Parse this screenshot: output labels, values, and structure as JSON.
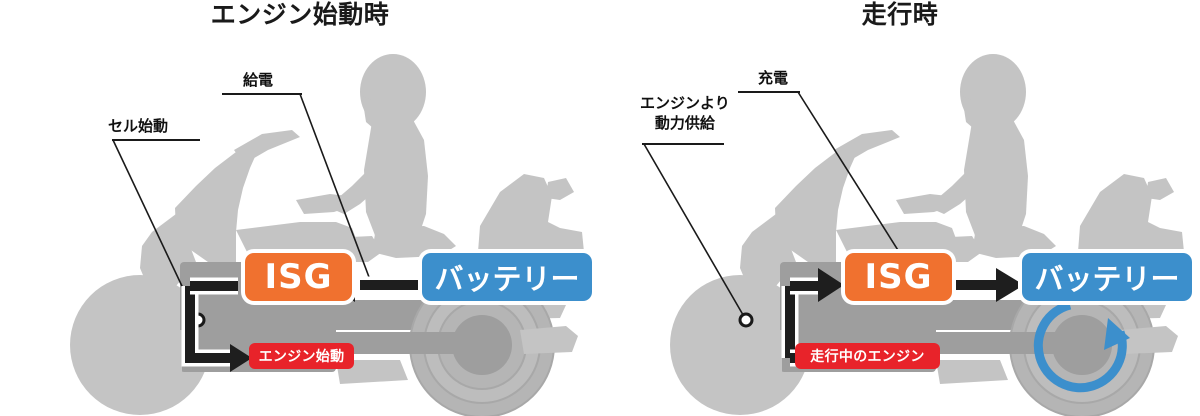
{
  "colors": {
    "orange": "#F0712F",
    "blue": "#3C8FCC",
    "red": "#E8232A",
    "black": "#1E1E1E",
    "silhouette": "#C4C4C4",
    "engine_block": "#9E9E9E",
    "wheel_ring": "#B5B5B5",
    "background": "#FFFFFF",
    "rotation_arrow": "#3C8FCC"
  },
  "panels": [
    {
      "id": "engine-start",
      "title": "エンジン始動時",
      "callouts": [
        {
          "id": "cell-start",
          "text": "セル始動"
        },
        {
          "id": "power-supply",
          "text": "給電"
        }
      ],
      "isg_label": "ISG",
      "battery_label": "バッテリー",
      "engine_badge": "エンジン始動",
      "flow_direction": "battery-to-isg",
      "wheel_rotation": false
    },
    {
      "id": "driving",
      "title": "走行時",
      "callouts": [
        {
          "id": "engine-power",
          "line1": "エンジンより",
          "line2": "動力供給"
        },
        {
          "id": "charging",
          "text": "充電"
        }
      ],
      "isg_label": "ISG",
      "battery_label": "バッテリー",
      "engine_badge": "走行中のエンジン",
      "flow_direction": "isg-to-battery",
      "wheel_rotation": true
    }
  ]
}
